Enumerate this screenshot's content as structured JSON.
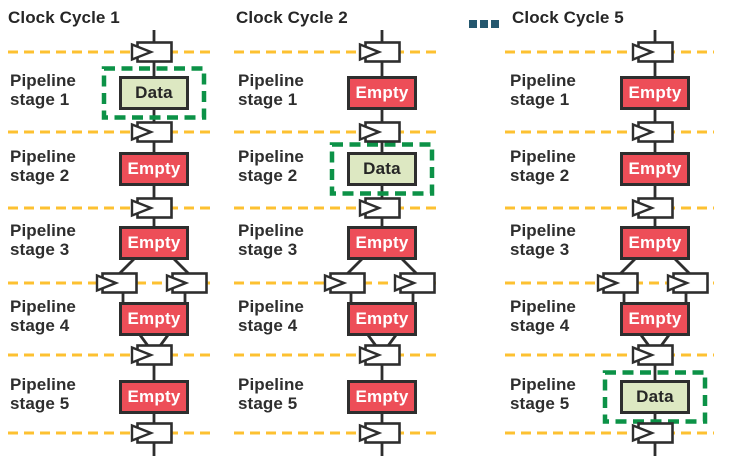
{
  "diagram": {
    "type": "pipeline-clock-cycles",
    "colors": {
      "stage_boundary_line": "#FDC131",
      "highlight_green": "#0C9247",
      "connector": "#2E2E2E",
      "box_border": "#2E2E2E",
      "data_fill": "#DDE8C2",
      "data_text": "#262626",
      "empty_fill": "#ED4E58",
      "empty_text": "#FFFFFF",
      "register_fill": "#FFFFFF",
      "title_text": "#262626",
      "ellipsis_dots": "#24576E"
    },
    "icons": {
      "register": "clocked-register-icon",
      "ellipsis": "continuation-dots-icon"
    },
    "columns": [
      {
        "title": "Clock Cycle 1",
        "stages": [
          {
            "label": "Pipeline stage 1",
            "box": "Data",
            "highlighted": true
          },
          {
            "label": "Pipeline stage 2",
            "box": "Empty",
            "highlighted": false
          },
          {
            "label": "Pipeline stage 3",
            "box": "Empty",
            "highlighted": false
          },
          {
            "label": "Pipeline stage 4",
            "box": "Empty",
            "highlighted": false
          },
          {
            "label": "Pipeline stage 5",
            "box": "Empty",
            "highlighted": false
          }
        ]
      },
      {
        "title": "Clock Cycle 2",
        "stages": [
          {
            "label": "Pipeline stage 1",
            "box": "Empty",
            "highlighted": false
          },
          {
            "label": "Pipeline stage 2",
            "box": "Data",
            "highlighted": true
          },
          {
            "label": "Pipeline stage 3",
            "box": "Empty",
            "highlighted": false
          },
          {
            "label": "Pipeline stage 4",
            "box": "Empty",
            "highlighted": false
          },
          {
            "label": "Pipeline stage 5",
            "box": "Empty",
            "highlighted": false
          }
        ]
      },
      {
        "title": "Clock Cycle 5",
        "ellipsis_before": true,
        "stages": [
          {
            "label": "Pipeline stage 1",
            "box": "Empty",
            "highlighted": false
          },
          {
            "label": "Pipeline stage 2",
            "box": "Empty",
            "highlighted": false
          },
          {
            "label": "Pipeline stage 3",
            "box": "Empty",
            "highlighted": false
          },
          {
            "label": "Pipeline stage 4",
            "box": "Empty",
            "highlighted": false
          },
          {
            "label": "Pipeline stage 5",
            "box": "Data",
            "highlighted": true
          }
        ]
      }
    ]
  }
}
